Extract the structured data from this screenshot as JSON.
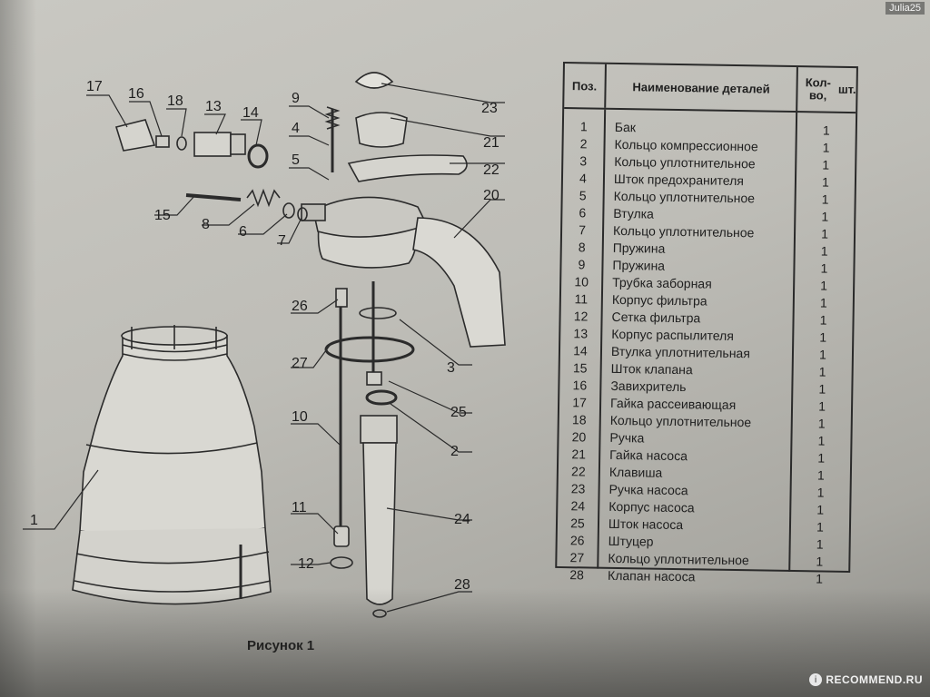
{
  "watermark": {
    "user": "Julia25",
    "site": "RECOMMEND.RU"
  },
  "figure": {
    "caption": "Рисунок 1",
    "callouts": [
      "17",
      "16",
      "18",
      "13",
      "14",
      "9",
      "4",
      "5",
      "15",
      "8",
      "6",
      "7",
      "23",
      "21",
      "22",
      "20",
      "26",
      "27",
      "3",
      "25",
      "10",
      "2",
      "1",
      "24",
      "11",
      "12",
      "28"
    ]
  },
  "table": {
    "headers": {
      "pos": "Поз.",
      "name": "Наименование деталей",
      "qty_line1": "Кол-во,",
      "qty_line2": "шт."
    },
    "rows": [
      {
        "pos": "1",
        "name": "Бак",
        "qty": "1"
      },
      {
        "pos": "2",
        "name": "Кольцо компрессионное",
        "qty": "1"
      },
      {
        "pos": "3",
        "name": "Кольцо уплотнительное",
        "qty": "1"
      },
      {
        "pos": "4",
        "name": "Шток предохранителя",
        "qty": "1"
      },
      {
        "pos": "5",
        "name": "Кольцо уплотнительное",
        "qty": "1"
      },
      {
        "pos": "6",
        "name": "Втулка",
        "qty": "1"
      },
      {
        "pos": "7",
        "name": "Кольцо уплотнительное",
        "qty": "1"
      },
      {
        "pos": "8",
        "name": "Пружина",
        "qty": "1"
      },
      {
        "pos": "9",
        "name": "Пружина",
        "qty": "1"
      },
      {
        "pos": "10",
        "name": "Трубка заборная",
        "qty": "1"
      },
      {
        "pos": "11",
        "name": "Корпус фильтра",
        "qty": "1"
      },
      {
        "pos": "12",
        "name": "Сетка фильтра",
        "qty": "1"
      },
      {
        "pos": "13",
        "name": "Корпус распылителя",
        "qty": "1"
      },
      {
        "pos": "14",
        "name": "Втулка уплотнительная",
        "qty": "1"
      },
      {
        "pos": "15",
        "name": "Шток клапана",
        "qty": "1"
      },
      {
        "pos": "16",
        "name": "Завихритель",
        "qty": "1"
      },
      {
        "pos": "17",
        "name": "Гайка рассеивающая",
        "qty": "1"
      },
      {
        "pos": "18",
        "name": "Кольцо уплотнительное",
        "qty": "1"
      },
      {
        "pos": "20",
        "name": "Ручка",
        "qty": "1"
      },
      {
        "pos": "21",
        "name": "Гайка насоса",
        "qty": "1"
      },
      {
        "pos": "22",
        "name": "Клавиша",
        "qty": "1"
      },
      {
        "pos": "23",
        "name": "Ручка насоса",
        "qty": "1"
      },
      {
        "pos": "24",
        "name": "Корпус насоса",
        "qty": "1"
      },
      {
        "pos": "25",
        "name": "Шток насоса",
        "qty": "1"
      },
      {
        "pos": "26",
        "name": "Штуцер",
        "qty": "1"
      },
      {
        "pos": "27",
        "name": "Кольцо уплотнительное",
        "qty": "1"
      },
      {
        "pos": "28",
        "name": "Клапан насоса",
        "qty": "1"
      }
    ]
  }
}
